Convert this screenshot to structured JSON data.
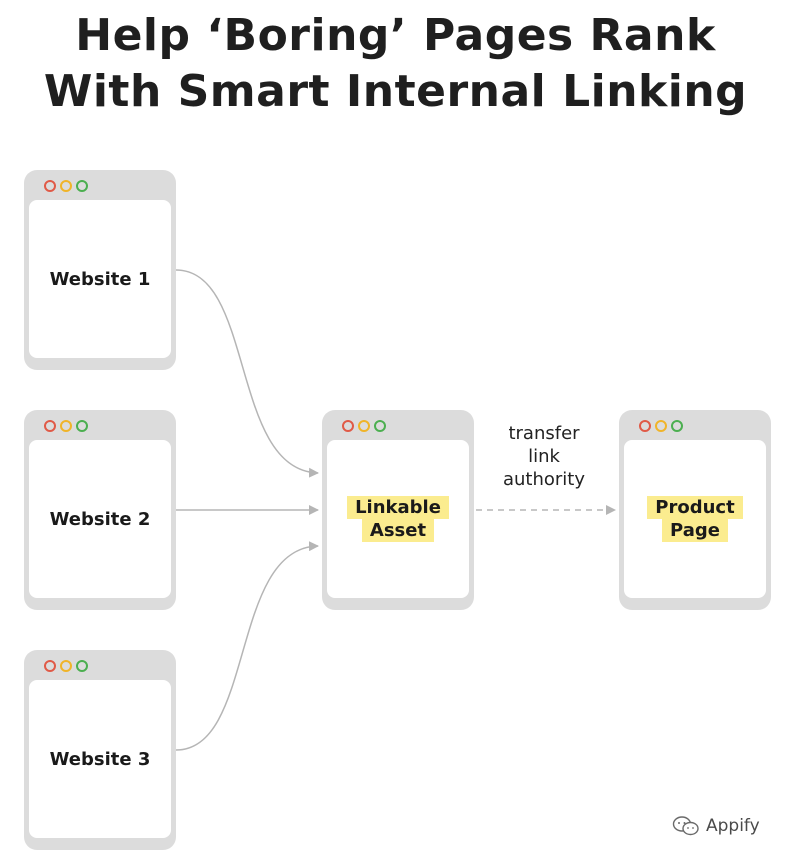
{
  "title": {
    "line1": "Help ‘Boring’ Pages Rank",
    "line2": "With Smart Internal Linking"
  },
  "nodes": {
    "website1": "Website 1",
    "website2": "Website 2",
    "website3": "Website 3",
    "linkable_line1": "Linkable",
    "linkable_line2": "Asset",
    "product_line1": "Product",
    "product_line2": "Page"
  },
  "edge_label": {
    "line1": "transfer",
    "line2": "link",
    "line3": "authority"
  },
  "brand": {
    "name": "Appify",
    "icon": "wechat-icon"
  },
  "colors": {
    "highlight": "#fbec8f",
    "window_frame": "#dcdcdc",
    "dot_red": "#e05a47",
    "dot_yellow": "#f0b429",
    "dot_green": "#4caf50",
    "connector": "#b5b5b5"
  }
}
